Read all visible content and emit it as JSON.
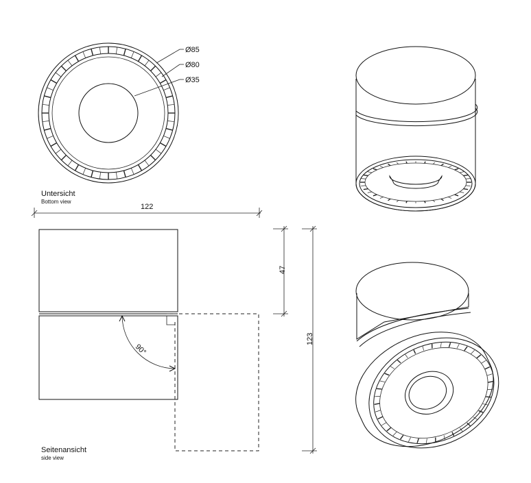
{
  "bottom_view": {
    "title": "Untersicht",
    "subtitle": "Bottom view",
    "diameters": [
      "Ø85",
      "Ø80",
      "Ø35"
    ]
  },
  "side_view": {
    "title": "Seitenansicht",
    "subtitle": "side view",
    "width": "122",
    "upper_height": "47",
    "total_height": "123",
    "angle": "90°"
  }
}
